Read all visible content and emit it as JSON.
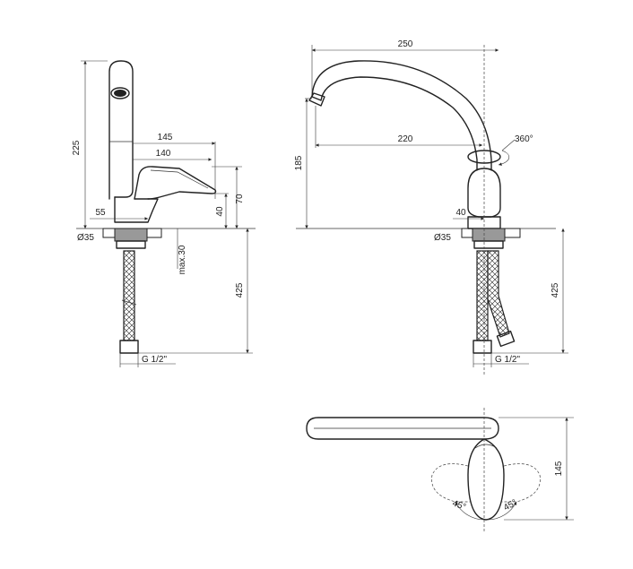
{
  "side_view": {
    "dims": {
      "height_225": "225",
      "width_145": "145",
      "width_140": "140",
      "height_70": "70",
      "height_40": "40",
      "width_55": "55",
      "dia_35": "Ø35",
      "max_30": "max.30",
      "hose_425": "425",
      "thread": "G 1/2\""
    }
  },
  "front_view": {
    "dims": {
      "width_250": "250",
      "reach_220": "220",
      "rotation_360": "360°",
      "height_185": "185",
      "width_40": "40",
      "dia_35": "Ø35",
      "hose_425": "425",
      "thread": "G 1/2\""
    }
  },
  "top_view": {
    "dims": {
      "depth_145": "145",
      "angle_left": "45°",
      "angle_right": "45°"
    }
  }
}
